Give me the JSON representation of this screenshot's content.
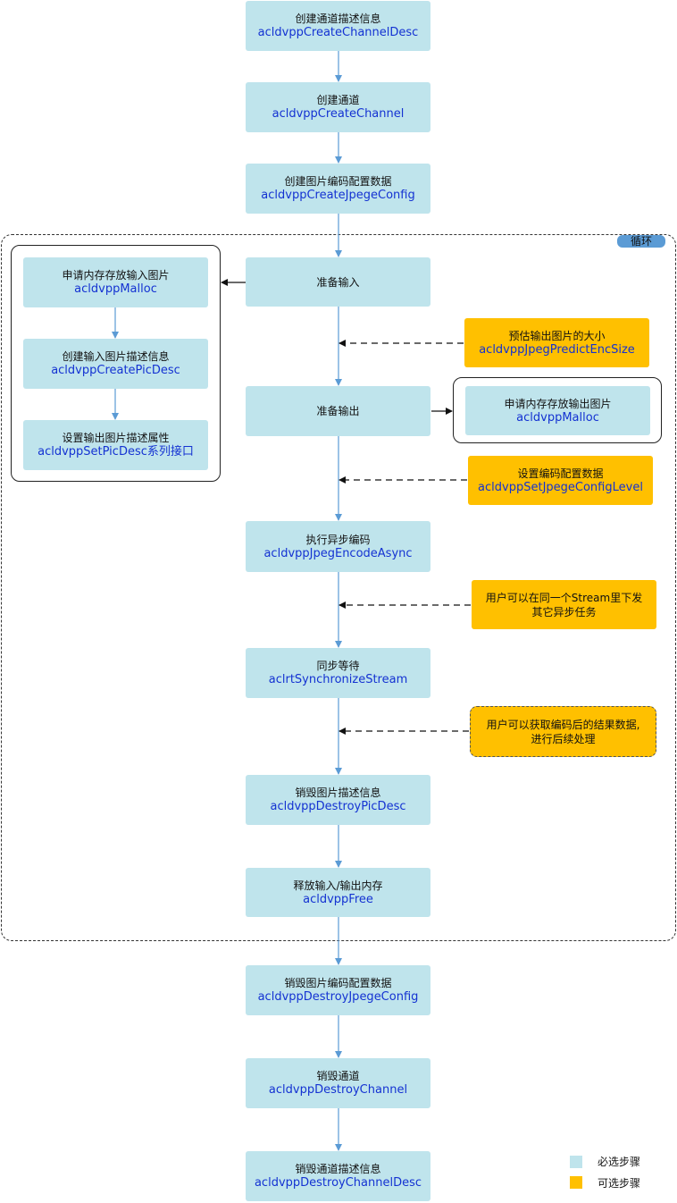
{
  "main_steps": [
    {
      "cn": "创建通道描述信息",
      "api": "acldvppCreateChannelDesc"
    },
    {
      "cn": "创建通道",
      "api": "acldvppCreateChannel"
    },
    {
      "cn": "创建图片编码配置数据",
      "api": "acldvppCreateJpegeConfig"
    },
    {
      "cn": "准备输入",
      "api": ""
    },
    {
      "cn": "准备输出",
      "api": ""
    },
    {
      "cn": "执行异步编码",
      "api": "acldvppJpegEncodeAsync"
    },
    {
      "cn": "同步等待",
      "api": "aclrtSynchronizeStream"
    },
    {
      "cn": "销毁图片描述信息",
      "api": "acldvppDestroyPicDesc"
    },
    {
      "cn": "释放输入/输出内存",
      "api": "acldvppFree"
    },
    {
      "cn": "销毁图片编码配置数据",
      "api": "acldvppDestroyJpegeConfig"
    },
    {
      "cn": "销毁通道",
      "api": "acldvppDestroyChannel"
    },
    {
      "cn": "销毁通道描述信息",
      "api": "acldvppDestroyChannelDesc"
    }
  ],
  "input_group": [
    {
      "cn": "申请内存存放输入图片",
      "api": "acldvppMalloc"
    },
    {
      "cn": "创建输入图片描述信息",
      "api": "acldvppCreatePicDesc"
    },
    {
      "cn": "设置输出图片描述属性",
      "api": "acldvppSetPicDesc系列接口"
    }
  ],
  "output_group": {
    "cn": "申请内存存放输出图片",
    "api": "acldvppMalloc"
  },
  "optional_steps": [
    {
      "cn": "预估输出图片的大小",
      "api": "acldvppJpegPredictEncSize"
    },
    {
      "cn": "设置编码配置数据",
      "api": "acldvppSetJpegeConfigLevel"
    },
    {
      "line1": "用户可以在同一个Stream里下发",
      "line2": "其它异步任务"
    },
    {
      "line1": "用户可以获取编码后的结果数据,",
      "line2": "进行后续处理"
    }
  ],
  "loop_label": "循环",
  "legend": {
    "required": "必选步骤",
    "optional": "可选步骤",
    "required_color": "#bfe4ec",
    "optional_color": "#ffc000"
  },
  "colors": {
    "arrow": "#5b9bd5",
    "api_text": "#1432d2"
  }
}
